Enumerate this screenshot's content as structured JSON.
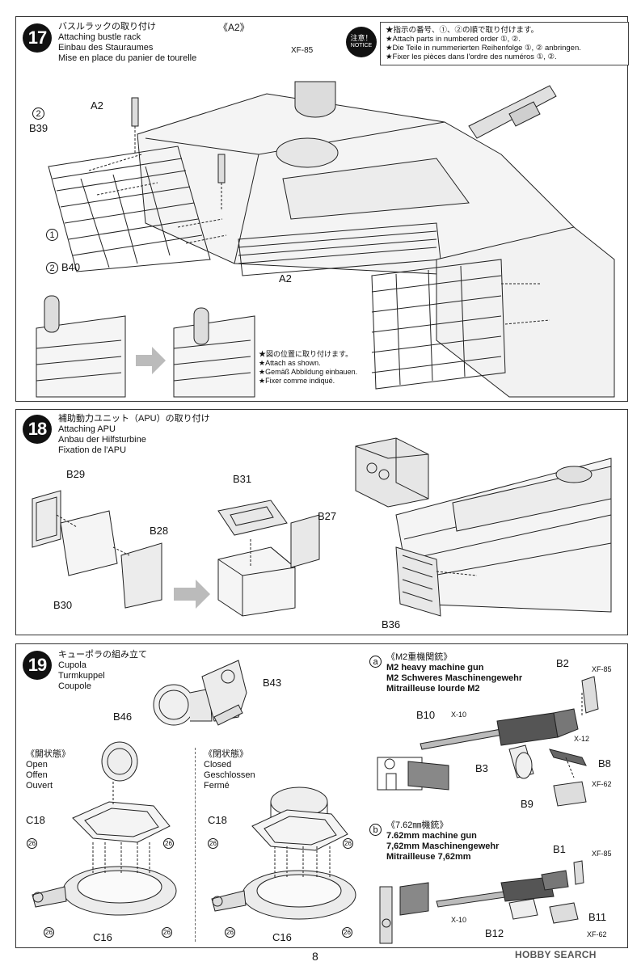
{
  "page_number": "8",
  "watermark": "HOBBY SEARCH",
  "step17": {
    "number": "17",
    "title_ja": "バスルラックの取り付け",
    "title_en": "Attaching bustle rack",
    "title_de": "Einbau des Stauraumes",
    "title_fr": "Mise en place du panier de tourelle",
    "part_ref": "《A2》",
    "paint": "XF-85",
    "notice_badge": [
      "注意！",
      "NOTICE"
    ],
    "notice_lines": [
      "★指示の番号、①、②の順で取り付けます。",
      "★Attach parts in numbered order ①, ②.",
      "★Die Teile in nummerierten Reihenfolge ①, ② anbringen.",
      "★Fixer les pièces dans l'ordre des numéros ①, ②."
    ],
    "labels": {
      "a2_top": "A2",
      "b39": "B39",
      "b40": "B40",
      "a2_bottom": "A2",
      "num1": "1",
      "num2_top": "2",
      "num2_bottom": "2"
    },
    "notes": [
      "★図の位置に取り付けます。",
      "★Attach as shown.",
      "★Gemäß Abbildung einbauen.",
      "★Fixer comme indiqué."
    ]
  },
  "step18": {
    "number": "18",
    "title_ja": "補助動力ユニット（APU）の取り付け",
    "title_en": "Attaching APU",
    "title_de": "Anbau der Hilfsturbine",
    "title_fr": "Fixation de l'APU",
    "labels": {
      "b29": "B29",
      "b28": "B28",
      "b30": "B30",
      "b31": "B31",
      "b27": "B27",
      "b36": "B36"
    }
  },
  "step19": {
    "number": "19",
    "title_ja": "キューポラの組み立て",
    "title_en": "Cupola",
    "title_de": "Turmkuppel",
    "title_fr": "Coupole",
    "labels": {
      "b43": "B43",
      "b46": "B46",
      "c18_open": "C18",
      "c16_open": "C16",
      "c18_closed": "C18",
      "c16_closed": "C16",
      "n26": "26"
    },
    "open": {
      "ja": "《開状態》",
      "en": "Open",
      "de": "Offen",
      "fr": "Ouvert"
    },
    "closed": {
      "ja": "《閉状態》",
      "en": "Closed",
      "de": "Geschlossen",
      "fr": "Fermé"
    },
    "sub_a": {
      "letter": "a",
      "ja": "《M2重機関銃》",
      "en": "M2 heavy machine gun",
      "de": "M2 Schweres Maschinengewehr",
      "fr": "Mitrailleuse lourde M2",
      "labels": {
        "b2": "B2",
        "b10": "B10",
        "b3": "B3",
        "b8": "B8",
        "b9": "B9"
      },
      "paints": {
        "xf85": "XF-85",
        "x10": "X-10",
        "x12": "X-12",
        "xf62": "XF-62"
      }
    },
    "sub_b": {
      "letter": "b",
      "ja": "《7.62㎜機銃》",
      "en": "7.62mm machine gun",
      "de": "7,62mm Maschinengewehr",
      "fr": "Mitrailleuse 7,62mm",
      "labels": {
        "b1": "B1",
        "b11": "B11",
        "b12": "B12"
      },
      "paints": {
        "xf85": "XF-85",
        "x10": "X-10",
        "xf62": "XF-62"
      }
    }
  }
}
